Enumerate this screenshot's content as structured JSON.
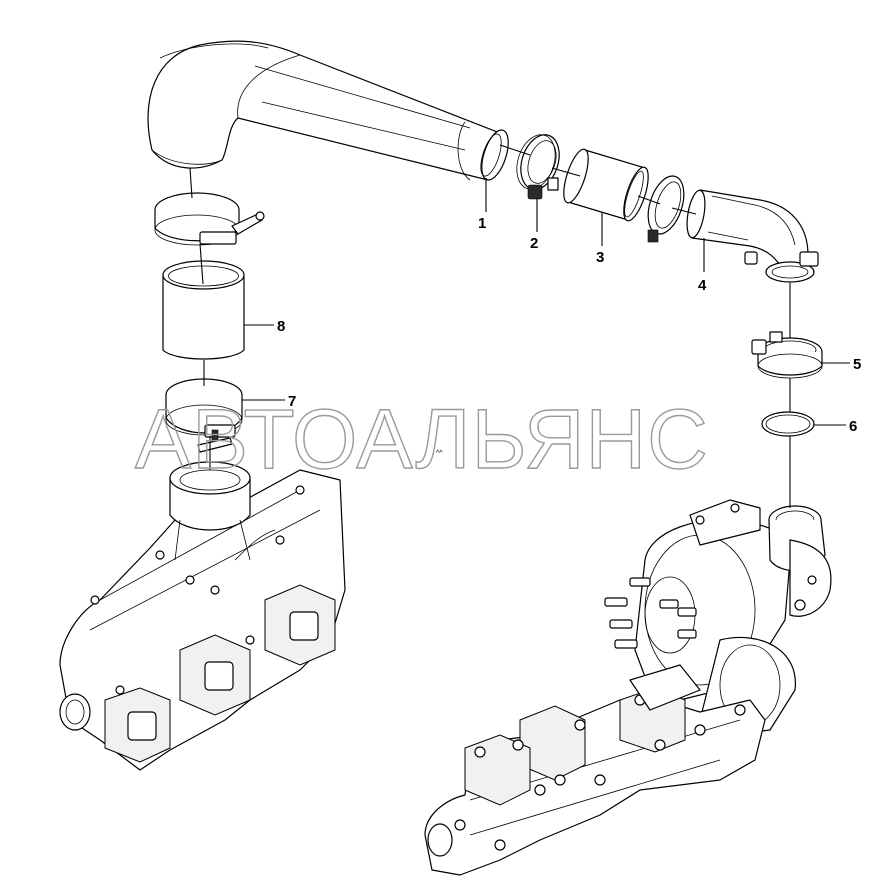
{
  "callouts": [
    {
      "id": "1",
      "label": "1"
    },
    {
      "id": "2",
      "label": "2"
    },
    {
      "id": "3",
      "label": "3"
    },
    {
      "id": "4",
      "label": "4"
    },
    {
      "id": "5",
      "label": "5"
    },
    {
      "id": "6",
      "label": "6"
    },
    {
      "id": "7",
      "label": "7"
    },
    {
      "id": "8",
      "label": "8"
    }
  ],
  "watermark": "АВТОАЛЬЯНС",
  "small_mark": "^^"
}
